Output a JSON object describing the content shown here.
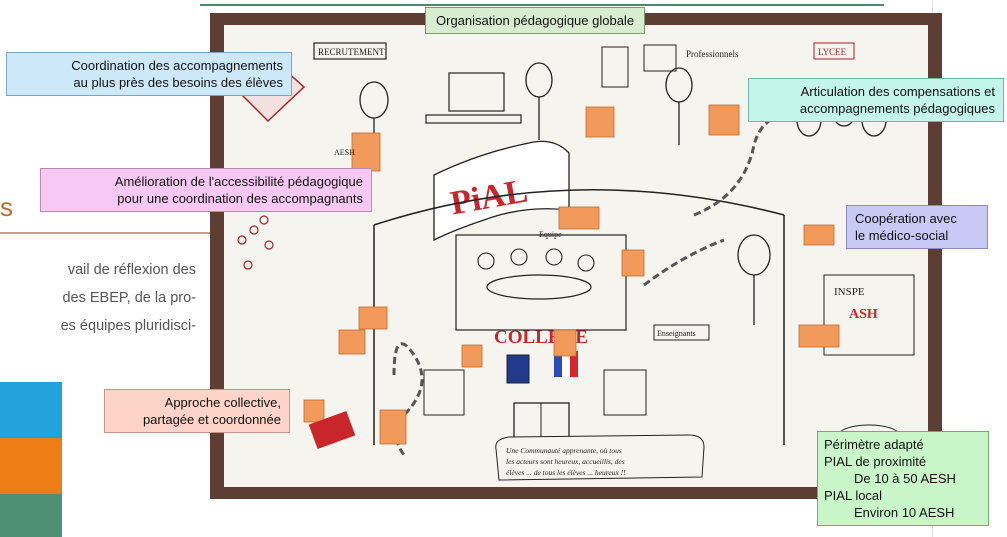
{
  "left_column": {
    "heading_fragment": "s",
    "body_lines": [
      "vail de réflexion des",
      "des EBEP, de la pro-",
      "es équipes pluridisci-"
    ],
    "block_colors": [
      "#23a3dc",
      "#ee7d16",
      "#4e9074"
    ]
  },
  "sketch": {
    "pial": "PiAL",
    "college": "COLLEGE",
    "recrutement": "RECRUTEMENT",
    "aesh": "AESH",
    "lycee": "LYCEE",
    "inspe": "INSPE",
    "asb": "ASH",
    "equipe": "Equipe",
    "enseignants": "Enseignants",
    "professionnels": "Professionnels",
    "caption_line1": "Une Communauté apprenante, où tous",
    "caption_line2": "les acteurs sont heureux, accueillis, des",
    "caption_line3": "élèves ... de tous les élèves ... heureux !!"
  },
  "callouts": {
    "top": "Organisation pédagogique globale",
    "coordination_line1": "Coordination des accompagnements",
    "coordination_line2": "au plus près des besoins des élèves",
    "articulation_line1": "Articulation des compensations et",
    "articulation_line2": "accompagnements pédagogiques",
    "amelioration_line1": "Amélioration de l'accessibilité pédagogique",
    "amelioration_line2": "pour une coordination des accompagnants",
    "cooperation_line1": "Coopération avec",
    "cooperation_line2": "le médico-social",
    "approche_line1": "Approche collective,",
    "approche_line2": "partagée et coordonnée",
    "perimetre": {
      "line1": "Périmètre adapté",
      "line2": "PIAL de proximité",
      "line3": "De 10 à 50 AESH",
      "line4": "PIAL local",
      "line5": "Environ 10 AESH"
    }
  }
}
